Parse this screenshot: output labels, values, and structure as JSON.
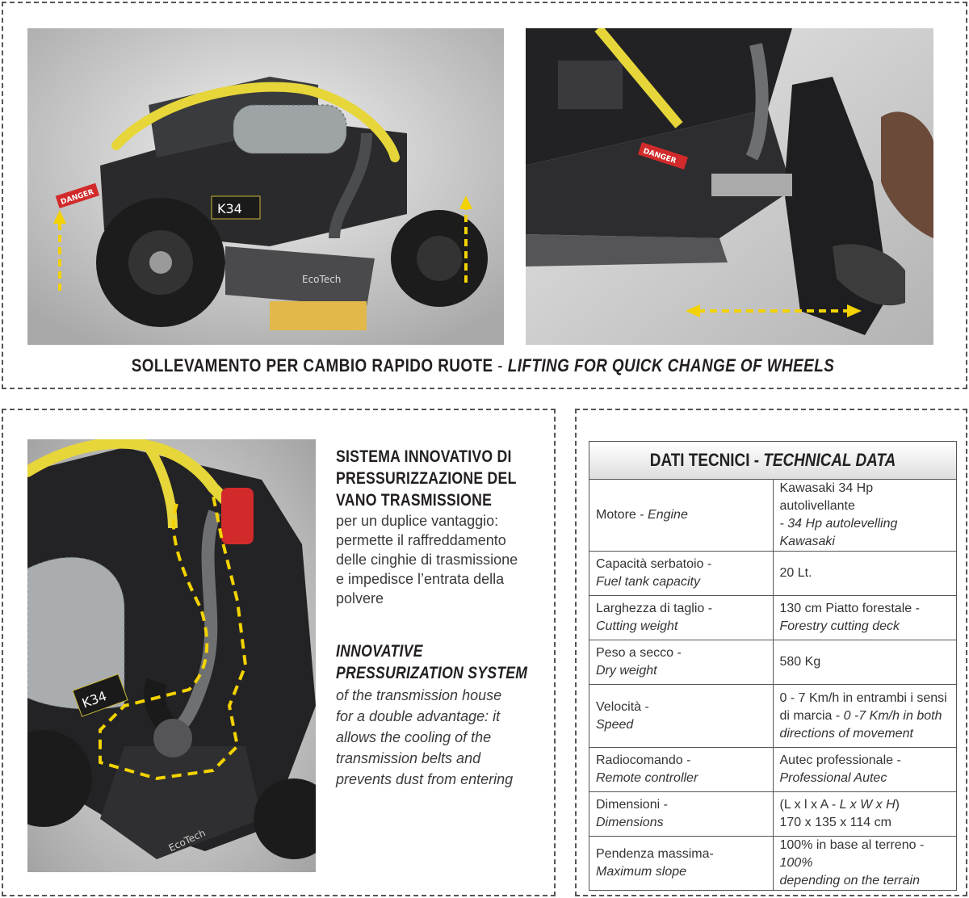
{
  "top_caption": {
    "it": "SOLLEVAMENTO PER CAMBIO RAPIDO RUOTE",
    "sep": " - ",
    "en": "LIFTING FOR QUICK CHANGE OF WHEELS"
  },
  "photos": {
    "top_left": {
      "model_label": "K34",
      "brand_label": "EcoTech",
      "warning_label": "DANGER"
    },
    "top_right": {
      "warning_label": "DANGER"
    },
    "bottom": {
      "model_label": "K34",
      "brand_label": "EcoTech"
    }
  },
  "description": {
    "it_title_lines": [
      "SISTEMA INNOVATIVO DI",
      "PRESSURIZZAZIONE DEL",
      "VANO TRASMISSIONE"
    ],
    "it_body": [
      "per un duplice vantaggio:",
      "permette il raffreddamento",
      "delle cinghie di trasmissione",
      "e impedisce l’entrata della",
      "polvere"
    ],
    "en_title_lines": [
      "INNOVATIVE",
      "PRESSURIZATION SYSTEM"
    ],
    "en_body": [
      "of the transmission house",
      "for a double advantage: it",
      "allows the cooling of the",
      "transmission belts and",
      "prevents dust from entering"
    ]
  },
  "tech_data": {
    "title_it": "DATI TECNICI",
    "title_sep": " - ",
    "title_en": "TECHNICAL DATA",
    "rows": [
      {
        "label_it": "Motore - ",
        "label_en": "Engine",
        "value_lines": [
          {
            "n": "Kawasaki 34 Hp autolivellante",
            "i": ""
          },
          {
            "n": "",
            "i": "- 34 Hp autolevelling Kawasaki"
          }
        ]
      },
      {
        "label_it": "Capacità serbatoio -",
        "label_en": "Fuel tank capacity",
        "value_lines": [
          {
            "n": "20 Lt.",
            "i": ""
          }
        ]
      },
      {
        "label_it": "Larghezza di taglio -",
        "label_en": "Cutting weight",
        "value_lines": [
          {
            "n": "130 cm Piatto forestale -",
            "i": ""
          },
          {
            "n": "",
            "i": "Forestry cutting deck"
          }
        ]
      },
      {
        "label_it": "Peso a secco -",
        "label_en": "Dry weight",
        "value_lines": [
          {
            "n": "580 Kg",
            "i": ""
          }
        ]
      },
      {
        "label_it": "Velocità -",
        "label_en": "Speed",
        "value_lines": [
          {
            "n": "0 - 7 Km/h in entrambi i sensi",
            "i": ""
          },
          {
            "n": "di marcia - ",
            "i": "0 -7 Km/h in both"
          },
          {
            "n": "",
            "i": "directions of movement"
          }
        ]
      },
      {
        "label_it": "Radiocomando -",
        "label_en": "Remote controller",
        "value_lines": [
          {
            "n": "Autec professionale -",
            "i": ""
          },
          {
            "n": "",
            "i": "Professional Autec"
          }
        ]
      },
      {
        "label_it": "Dimensioni -",
        "label_en": "Dimensions",
        "value_lines": [
          {
            "n": "(L x l x A - ",
            "i": "L x W x H"
          },
          {
            "n": "170 x 135 x 114 cm",
            "i": ""
          }
        ]
      },
      {
        "label_it": "Pendenza massima-",
        "label_en": "Maximum slope",
        "value_lines": [
          {
            "n": "100% in base al terreno - ",
            "i": "100%"
          },
          {
            "n": "",
            "i": "depending on the terrain"
          }
        ]
      }
    ]
  },
  "colors": {
    "arrow_yellow": "#f2d200",
    "frame_yellow": "#e6d63a",
    "danger_red": "#d22a2a",
    "border": "#555555"
  }
}
